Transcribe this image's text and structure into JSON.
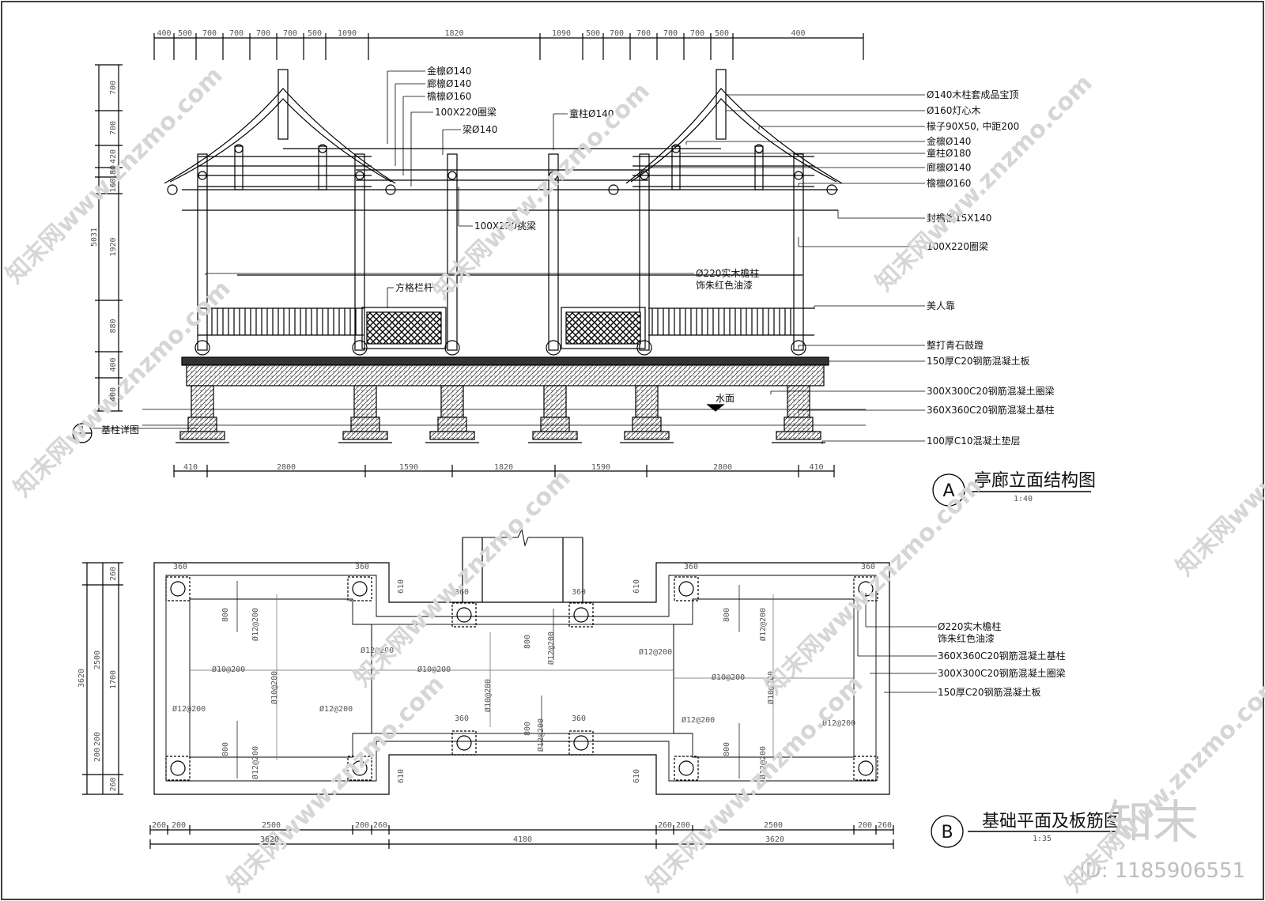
{
  "elevation": {
    "title": "亭廊立面结构图",
    "marker": "A",
    "scale": "1:40",
    "top_dims": [
      "400",
      "500",
      "700",
      "700",
      "700",
      "700",
      "500",
      "1090",
      "1820",
      "1090",
      "500",
      "700",
      "700",
      "700",
      "700",
      "500",
      "400"
    ],
    "bottom_dims": [
      "410",
      "2800",
      "1590",
      "1820",
      "1590",
      "2800",
      "410"
    ],
    "left_dims": [
      "700",
      "700",
      "420",
      "180",
      "160",
      "1920",
      "880",
      "400",
      "400"
    ],
    "left_total": "5031",
    "labels_left": [
      {
        "text": "金檩Ø140"
      },
      {
        "text": "廊檩Ø140"
      },
      {
        "text": "檐檩Ø160"
      },
      {
        "text": "100X220圈梁"
      },
      {
        "text": "梁Ø140"
      },
      {
        "text": "童柱Ø140"
      },
      {
        "text": "100X220挑梁"
      },
      {
        "text": "方格栏杆"
      },
      {
        "text": "Ø220实木檐柱"
      },
      {
        "text": "饰朱红色油漆"
      }
    ],
    "labels_right": [
      {
        "text": "Ø140木柱套成品宝顶"
      },
      {
        "text": "Ø160灯心木"
      },
      {
        "text": "椽子90X50, 中距200"
      },
      {
        "text": "金檩Ø140"
      },
      {
        "text": "童柱Ø180"
      },
      {
        "text": "廊檩Ø140"
      },
      {
        "text": "檐檩Ø160"
      },
      {
        "text": "封檐板15X140"
      },
      {
        "text": "100X220圈梁"
      },
      {
        "text": "美人靠"
      },
      {
        "text": "整打青石鼓蹬"
      },
      {
        "text": "150厚C20钢筋混凝土板"
      },
      {
        "text": "300X300C20钢筋混凝土圈梁"
      },
      {
        "text": "360X360C20钢筋混凝土基柱"
      },
      {
        "text": "100厚C10混凝土垫层"
      }
    ],
    "water_label": "水面",
    "detail_label": "基柱详图",
    "detail_marker": "1"
  },
  "plan": {
    "title": "基础平面及板筋图",
    "marker": "B",
    "scale": "1:35",
    "left_dims": [
      "260",
      "1700",
      "260"
    ],
    "left_total": "3620",
    "left_inner": [
      "2500",
      "200",
      "200"
    ],
    "bottom_dims_row1": [
      "260",
      "200",
      "2500",
      "200",
      "260",
      "260",
      "200",
      "2500",
      "200",
      "260"
    ],
    "bottom_dims_row2": [
      "3620",
      "4180",
      "3620"
    ],
    "rebar": [
      "Ø12@200",
      "Ø10@200",
      "800",
      "360",
      "610"
    ],
    "labels_right": [
      {
        "text": "Ø220实木檐柱"
      },
      {
        "text": "饰朱红色油漆"
      },
      {
        "text": "360X360C20钢筋混凝土基柱"
      },
      {
        "text": "300X300C20钢筋混凝土圈梁"
      },
      {
        "text": "150厚C20钢筋混凝土板"
      }
    ]
  },
  "watermark": {
    "brand": "知末",
    "site": "知末网www.znzmo.com",
    "id": "ID: 1185906551"
  }
}
